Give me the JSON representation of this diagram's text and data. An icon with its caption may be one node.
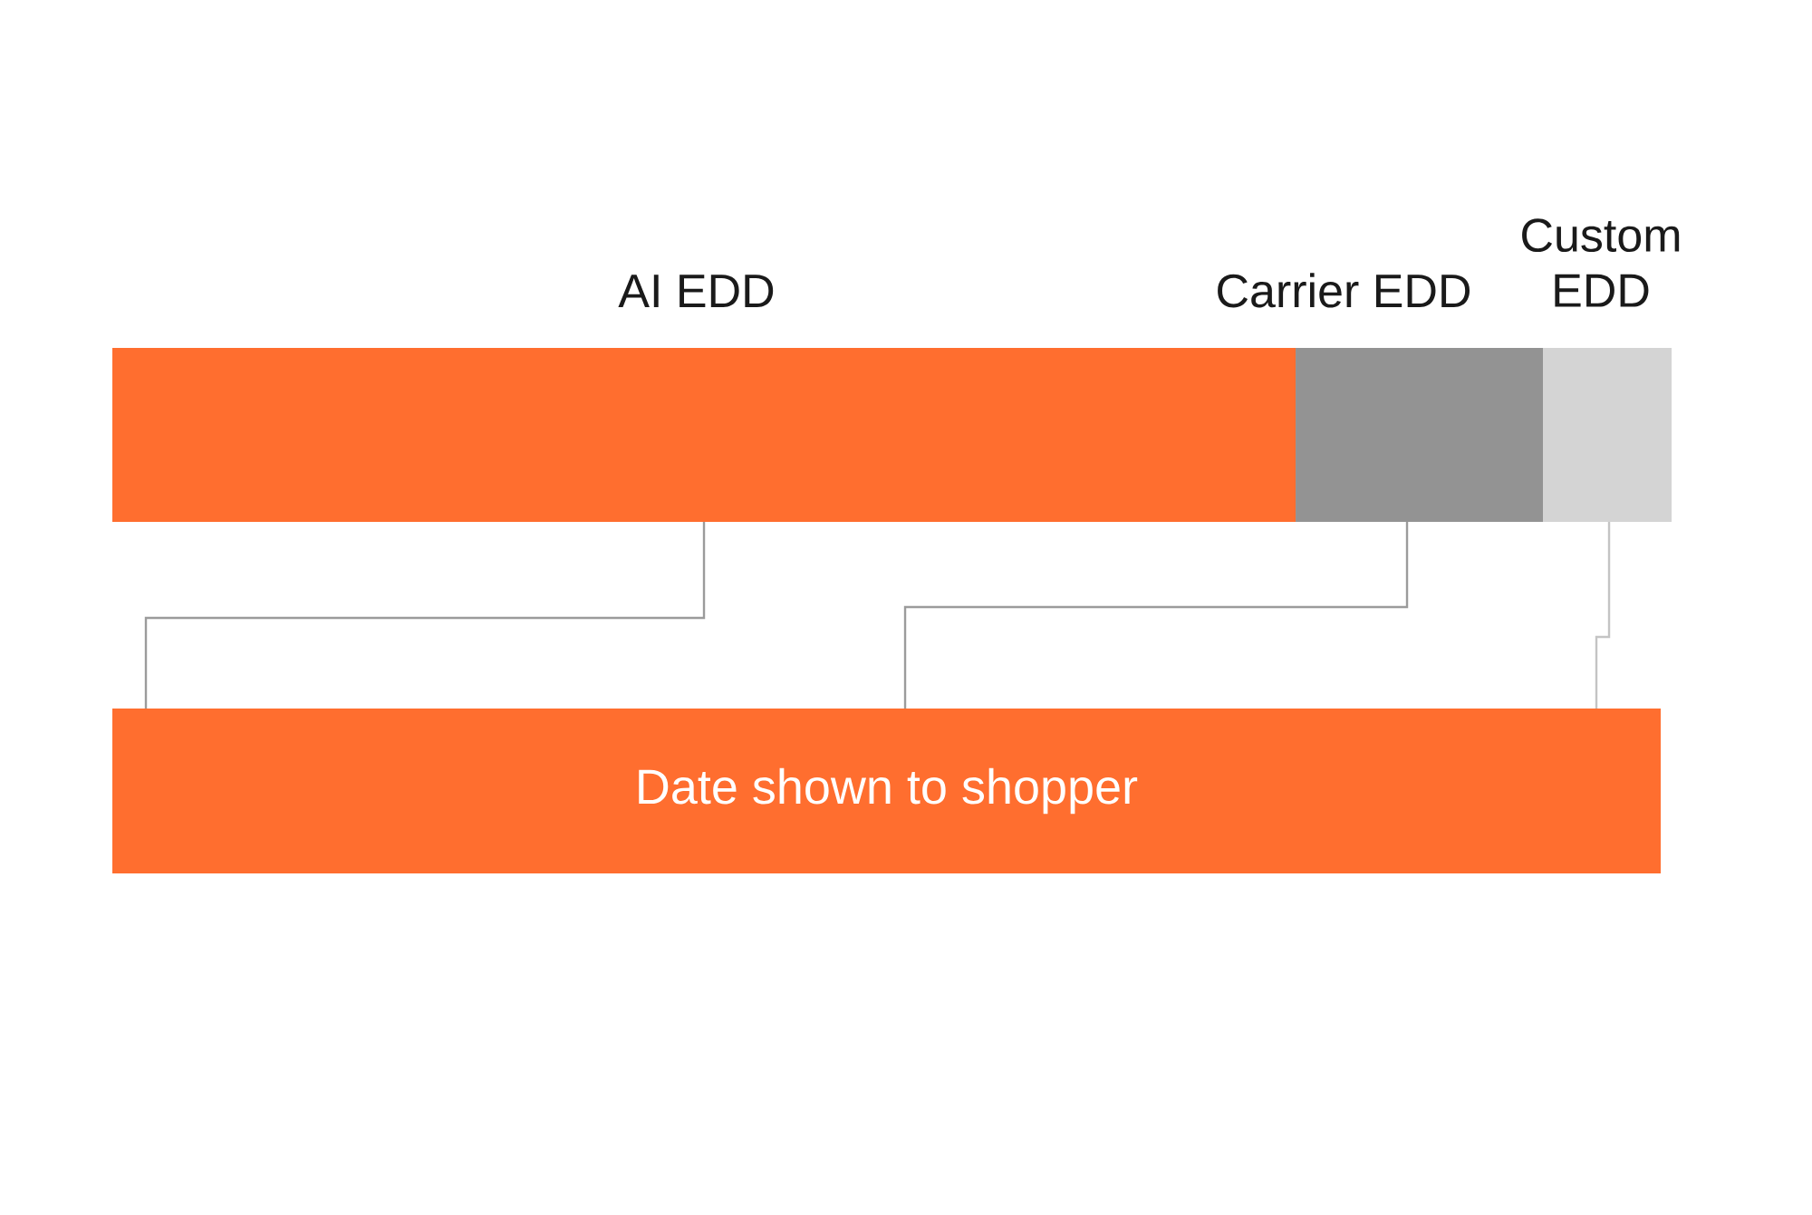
{
  "diagram": {
    "nodes": [
      {
        "text": [
          "AI EDD"
        ]
      },
      {
        "text": [
          "Carrier EDD"
        ]
      },
      {
        "text": [
          "Custom EDD"
        ]
      },
      {
        "text": [
          "Date shown to shopper"
        ]
      }
    ],
    "edges": [
      {
        "from": 0,
        "to": 3,
        "arrow": "none"
      },
      {
        "from": 1,
        "to": 3,
        "arrow": "none"
      },
      {
        "from": 2,
        "to": 3,
        "arrow": "none",
        "color": "#c4c4c4"
      }
    ]
  }
}
